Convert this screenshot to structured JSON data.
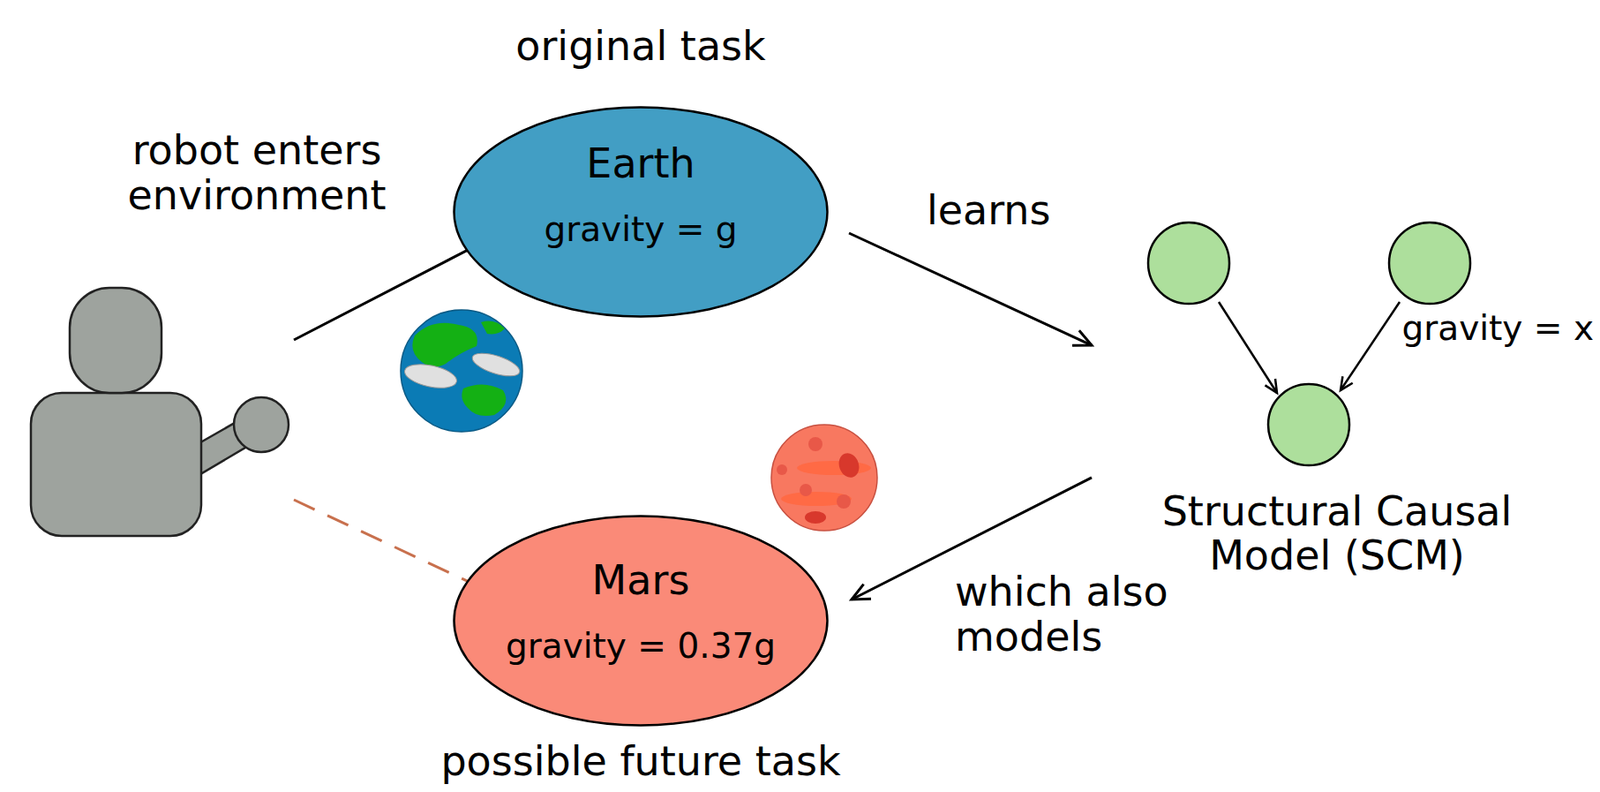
{
  "diagram": {
    "nodes": [
      {
        "text": [
          "Earth",
          "gravity = g"
        ]
      },
      {
        "text": [
          "Structural Causal Model (SCM)"
        ]
      },
      {
        "text": [
          "Mars",
          "gravity = 0.37g"
        ]
      }
    ],
    "edges": [
      {
        "from": 0,
        "to": 1,
        "arrow": "to",
        "label": "learns"
      },
      {
        "from": 1,
        "to": 2,
        "arrow": "to",
        "label": "which also models"
      }
    ],
    "labels": [
      "original task",
      "robot enters environment",
      "gravity = x",
      "possible future task"
    ]
  }
}
